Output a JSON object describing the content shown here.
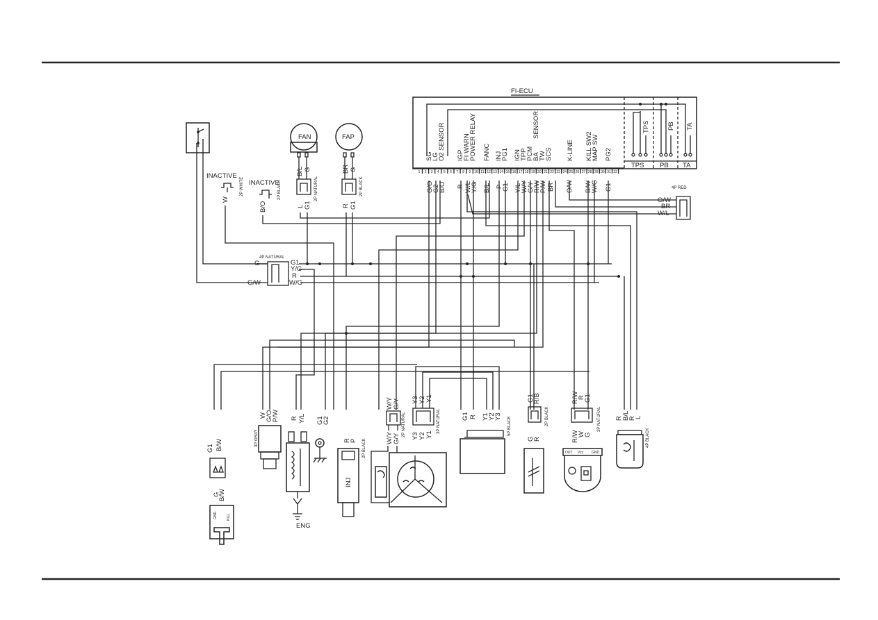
{
  "ecu": {
    "title": "FI-ECU",
    "terminal_labels": [
      "SG",
      "LG",
      "O2 SENSOR",
      "IGP",
      "FI WARN",
      "POWER RELAY",
      "FANC",
      "INJ",
      "PG1",
      "IGN",
      "TPP",
      "PCM",
      "BA",
      "TW",
      "SENSOR",
      "SCS",
      "K-LINE",
      "KILL SW2",
      "MAP SW",
      "PG2"
    ],
    "pin_numbers": [
      "1",
      "2",
      "3",
      "4",
      "5",
      "6",
      "7",
      "8",
      "9",
      "10",
      "11",
      "12",
      "13",
      "14",
      "15",
      "16",
      "17",
      "18",
      "19",
      "20",
      "21",
      "22",
      "23",
      "24",
      "25",
      "26",
      "27",
      "28",
      "29",
      "30",
      "31",
      "32"
    ],
    "internal_sensors": [
      "TPS",
      "PB",
      "TA"
    ],
    "pin_wires": [
      "G/O",
      "G2",
      "B/O",
      "R",
      "W/L",
      "Y/G",
      "B/L",
      "P",
      "G1",
      "Y/L",
      "W/Y",
      "G/Y",
      "R/W",
      "P/W",
      "BR",
      "O/W",
      "B/W",
      "W/G",
      "G1"
    ]
  },
  "components": {
    "fan_label": "FAN",
    "fap_label": "FAP",
    "fan_wires": [
      "B/L",
      "G"
    ],
    "fap_wires": [
      "BR",
      "G"
    ],
    "fan_conn_wires": [
      "L",
      "G1"
    ],
    "fap_conn_wires": [
      "R",
      "G1"
    ],
    "inactive_1": "INACTIVE",
    "inactive_2": "INACTIVE",
    "conn_2p_white": "2P WHITE",
    "conn_2p_black": "2P BLACK",
    "conn_2p_natural": "2P NATURAL",
    "inactive_1_wire": "W",
    "inactive_2_wire": "B/O",
    "conn_4p_natural": "4P NATURAL",
    "nat4_left": [
      "G",
      "G/W"
    ],
    "nat4_right": [
      "G1",
      "Y/G",
      "R",
      "W/G"
    ],
    "conn_4p_red": "4P RED",
    "red4_wires": [
      "O/W",
      "BR",
      "W/L"
    ],
    "kill_wires_top": [
      "G1",
      "B/W"
    ],
    "kill_wires_bottom": [
      "G",
      "B/W"
    ],
    "kill_pins": [
      "GND",
      "KILL"
    ],
    "gray3_label": "3P GRAY",
    "gray3_wires": [
      "W",
      "G/O",
      "P/W"
    ],
    "ign_wires": [
      "R",
      "Y/L"
    ],
    "o2_wires": [
      "G1",
      "G2"
    ],
    "eng_label": "ENG",
    "inj_label": "INJ",
    "inj_wires": [
      "R",
      "P"
    ],
    "stator_top": [
      "W/Y",
      "G/Y"
    ],
    "stator_bot": [
      "W/Y",
      "G/Y"
    ],
    "stator3_top": [
      "Y3",
      "Y2",
      "Y1"
    ],
    "stator3_bot": [
      "Y3",
      "Y2",
      "Y1"
    ],
    "conn_3p_natural": "3P NATURAL",
    "reg_wires": [
      "G1",
      "R",
      "Y1",
      "Y2",
      "Y3"
    ],
    "conn_5p_black": "5P BLACK",
    "relay_top": [
      "G1",
      "R/B"
    ],
    "relay_bot": [
      "G",
      "R"
    ],
    "map_top": [
      "R/W",
      "R",
      "G1"
    ],
    "map_bot": [
      "R/W",
      "W",
      "G"
    ],
    "map_pins": [
      "OUT",
      "Vcc",
      "GND"
    ],
    "conn_4p_black": "4P BLACK",
    "b4_wires": [
      "R",
      "B/L",
      "R",
      "L"
    ]
  }
}
